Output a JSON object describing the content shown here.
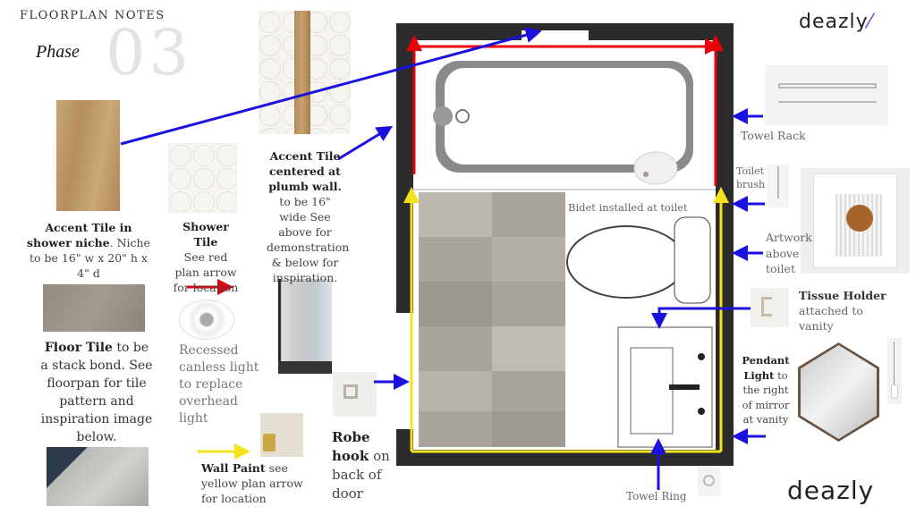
{
  "header": {
    "title": "FLOORPLAN NOTES",
    "phase_script": "Phase",
    "phase_number": "03",
    "logo": "deazly"
  },
  "notes": {
    "accent_niche": {
      "bold": "Accent Tile in shower niche",
      "rest": ". Niche to be 16\" w x 20\" h x 4\" d"
    },
    "shower_tile": {
      "bold": "Shower Tile",
      "rest": "See red plan arrow for location"
    },
    "accent_plumb": {
      "bold": "Accent Tile centered at plumb wall.",
      "rest": " to be 16\" wide See above for demonstration & below for inspiration."
    },
    "floor_tile": {
      "bold": "Floor Tile",
      "rest": " to be a stack bond. See floorpan for tile pattern and inspiration image below."
    },
    "recessed_light": "Recessed canless light to replace overhead light",
    "wall_paint": {
      "bold": "Wall Paint",
      "rest": " see yellow plan arrow for location"
    },
    "robe_hook": {
      "bold": "Robe hook",
      "rest": " on back of door"
    },
    "bidet": "Bidet installed at toilet",
    "towel_rack": "Towel Rack",
    "toilet_brush": "Toilet brush",
    "artwork": "Artwork above toilet",
    "tissue_holder": {
      "bold": "Tissue Holder",
      "rest": "attached to vanity"
    },
    "pendant": {
      "bold": "Pendant Light",
      "rest": " to the right of mirror at vanity"
    },
    "towel_ring": "Towel Ring"
  },
  "colors": {
    "red": "#e8000b",
    "yellow": "#f4e21c",
    "blue": "#1a10e0",
    "wall": "#2b2b2b",
    "logo_accent": "#7b3fe4"
  }
}
